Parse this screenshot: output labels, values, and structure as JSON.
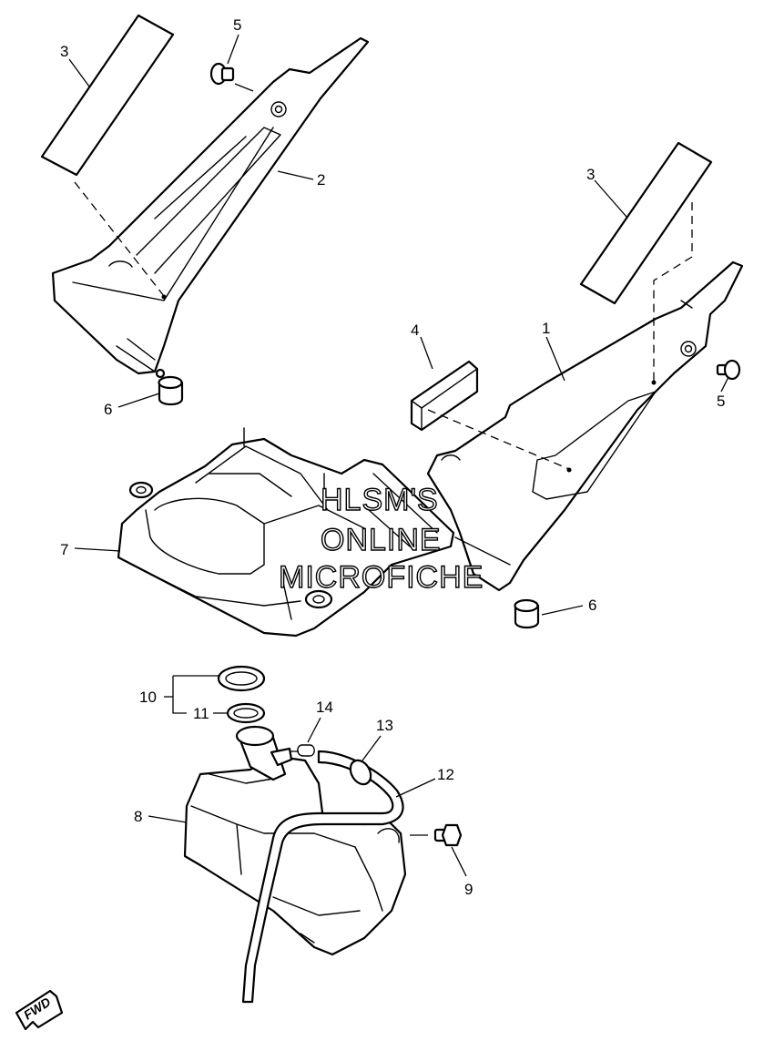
{
  "callouts": {
    "c1": "1",
    "c2": "2",
    "c3a": "3",
    "c3b": "3",
    "c4": "4",
    "c5a": "5",
    "c5b": "5",
    "c6a": "6",
    "c6b": "6",
    "c7": "7",
    "c8": "8",
    "c9": "9",
    "c10": "10",
    "c11": "11",
    "c12": "12",
    "c13": "13",
    "c14": "14"
  },
  "watermark": {
    "line1": "HLSM'S",
    "line2": "ONLINE",
    "line3": "MICROFICHE"
  },
  "direction_label": "FWD"
}
